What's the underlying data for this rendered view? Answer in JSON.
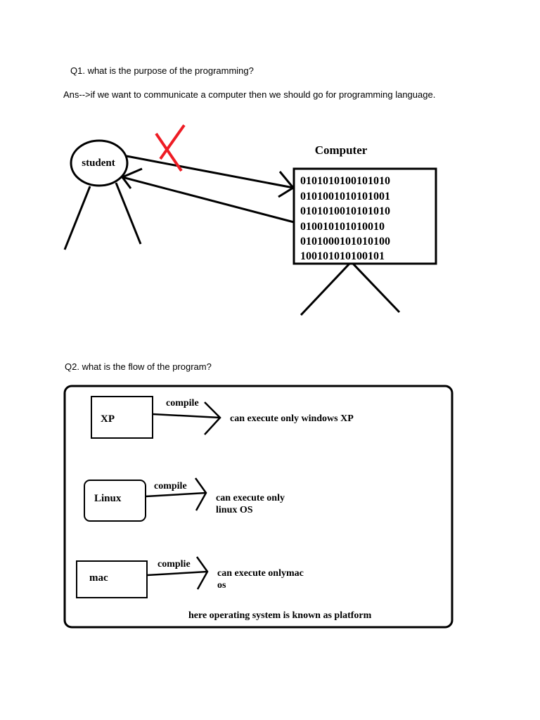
{
  "q1": {
    "question": "Q1.  what is the purpose of the programming?",
    "answer": "Ans-->if we want to communicate a computer then we should go for programming language.",
    "diagram": {
      "student_label": "student",
      "computer_title": "Computer",
      "binary_lines": [
        "0101010100101010",
        "0101001010101001",
        "0101010010101010",
        "010010101010010",
        "0101000101010100",
        "100101010100101"
      ],
      "cross_color": "#ee1c24"
    }
  },
  "q2": {
    "question": "Q2. what is the flow of the program?",
    "rows": [
      {
        "platform": "XP",
        "action": "compile",
        "result": [
          "can execute only windows XP"
        ]
      },
      {
        "platform": "Linux",
        "action": "compile",
        "result": [
          "can execute only",
          "linux OS"
        ]
      },
      {
        "platform": "mac",
        "action": "complie",
        "result": [
          "can execute onlymac",
          "os"
        ]
      }
    ],
    "footer": "here operating system is known as platform"
  }
}
